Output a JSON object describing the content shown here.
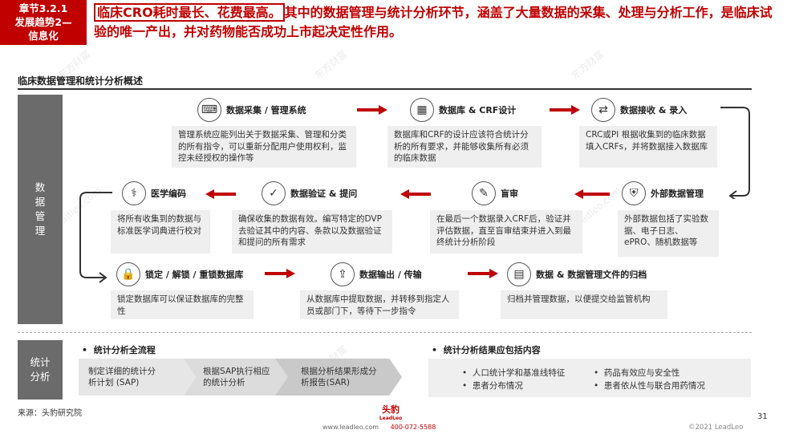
{
  "chapter": {
    "line1": "章节3.2.1",
    "line2": "发展趋势2—",
    "line3": "信息化"
  },
  "headline": {
    "highlight": "临床CRO耗时最长、花费最高。",
    "rest": "其中的数据管理与统计分析环节，涵盖了大量数据的采集、处理与分析工作，是临床试验的唯一产出，并对药物能否成功上市起决定性作用。"
  },
  "section_title": "临床数据管理和统计分析概述",
  "side_labels": {
    "dm": [
      "数",
      "据",
      "管",
      "理"
    ],
    "sa": "统计分析"
  },
  "watermarks": [
    "东方财富",
    "leadleo.com"
  ],
  "flow": [
    {
      "icon": "⌨",
      "label": "数据采集 / 管理系统",
      "desc": "管理系统应能列出关于数据采集、管理和分类的所有指令，可以重新分配用户使用权利，监控未经授权的操作等"
    },
    {
      "icon": "▦",
      "label": "数据库 & CRF设计",
      "desc": "数据库和CRF的设计应该符合统计分析的所有要求，并能够收集所有必须的临床数据"
    },
    {
      "icon": "⇄",
      "label": "数据接收 & 录入",
      "desc": "CRC或PI 根据收集到的临床数据填入CRFs，并将数据接入数据库"
    },
    {
      "icon": "⛨",
      "label": "外部数据管理",
      "desc": "外部数据包括了实验数据、电子日志、ePRO、随机数据等"
    },
    {
      "icon": "✎",
      "label": "盲审",
      "desc": "在最后一个数据录入CRF后，验证并评估数据，直至盲审结束并进入到最终统计分析阶段"
    },
    {
      "icon": "✓",
      "label": "数据验证 & 提问",
      "desc": "确保收集的数据有效。编写特定的DVP去验证其中的内容、条款以及数据验证和提问的所有需求"
    },
    {
      "icon": "⚕",
      "label": "医学编码",
      "desc": "将所有收集到的数据与标准医学词典进行校对"
    },
    {
      "icon": "🔒",
      "label": "锁定 / 解锁 / 重锁数据库",
      "desc": "锁定数据库可以保证数据库的完整性"
    },
    {
      "icon": "⇪",
      "label": "数据输出 / 传输",
      "desc": "从数据库中提取数据，并转移到指定人员或部门下，等待下一步指令"
    },
    {
      "icon": "▤",
      "label": "数据 & 数据管理文件的归档",
      "desc": "归档并管理数据，以便提交给监管机构"
    }
  ],
  "stats": {
    "flow_title": "统计分析全流程",
    "steps": [
      "制定详细的统计分析计划 (SAP)",
      "根据SAP执行相应的统计分析",
      "根据分析结果形成分析报告(SAR)"
    ],
    "results_title": "统计分析结果应包括内容",
    "results": [
      "人口统计学和基准线特征",
      "药品有效应与安全性",
      "患者分布情况",
      "患者依从性与联合用药情况"
    ]
  },
  "footer": {
    "source": "来源：头豹研究院",
    "page": "31",
    "logo": "头豹",
    "logo_sub": "LeadLeo",
    "website": "www.leadleo.com",
    "phone": "400-072-5588",
    "copyright": "©2021 LeadLeo"
  },
  "colors": {
    "accent": "#c00000",
    "side": "#6b6b6b",
    "box": "#efefef"
  }
}
